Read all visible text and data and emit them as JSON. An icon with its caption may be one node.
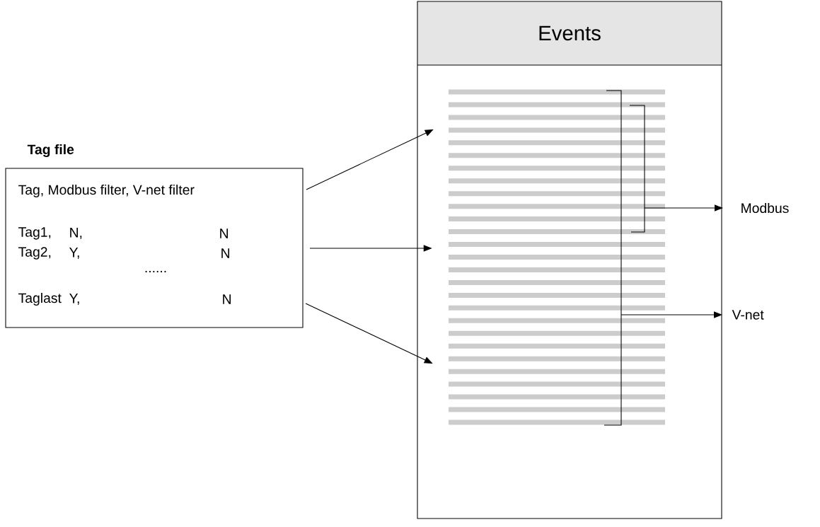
{
  "diagram": {
    "nodes": [
      {
        "text": [
          "Tag file",
          "Tag, Modbus filter, V-net filter",
          "Tag1,",
          "N,",
          "N",
          "Tag2,",
          "Y,",
          "N",
          "......",
          "Taglast",
          "Y,",
          "N"
        ]
      },
      {
        "text": [
          "Events"
        ]
      },
      {
        "text": [],
        "shape": "box",
        "in": 1
      },
      {
        "text": [
          "Modbus"
        ]
      },
      {
        "text": [
          "V-net"
        ]
      }
    ],
    "edges": [
      {
        "from": 0,
        "to": 2,
        "arrow": "to"
      },
      {
        "from": 0,
        "to": 2,
        "arrow": "to"
      },
      {
        "from": 0,
        "to": 2,
        "arrow": "to"
      },
      {
        "from": 2,
        "to": 3,
        "arrow": "to"
      },
      {
        "from": 2,
        "to": 4,
        "arrow": "to"
      }
    ]
  }
}
